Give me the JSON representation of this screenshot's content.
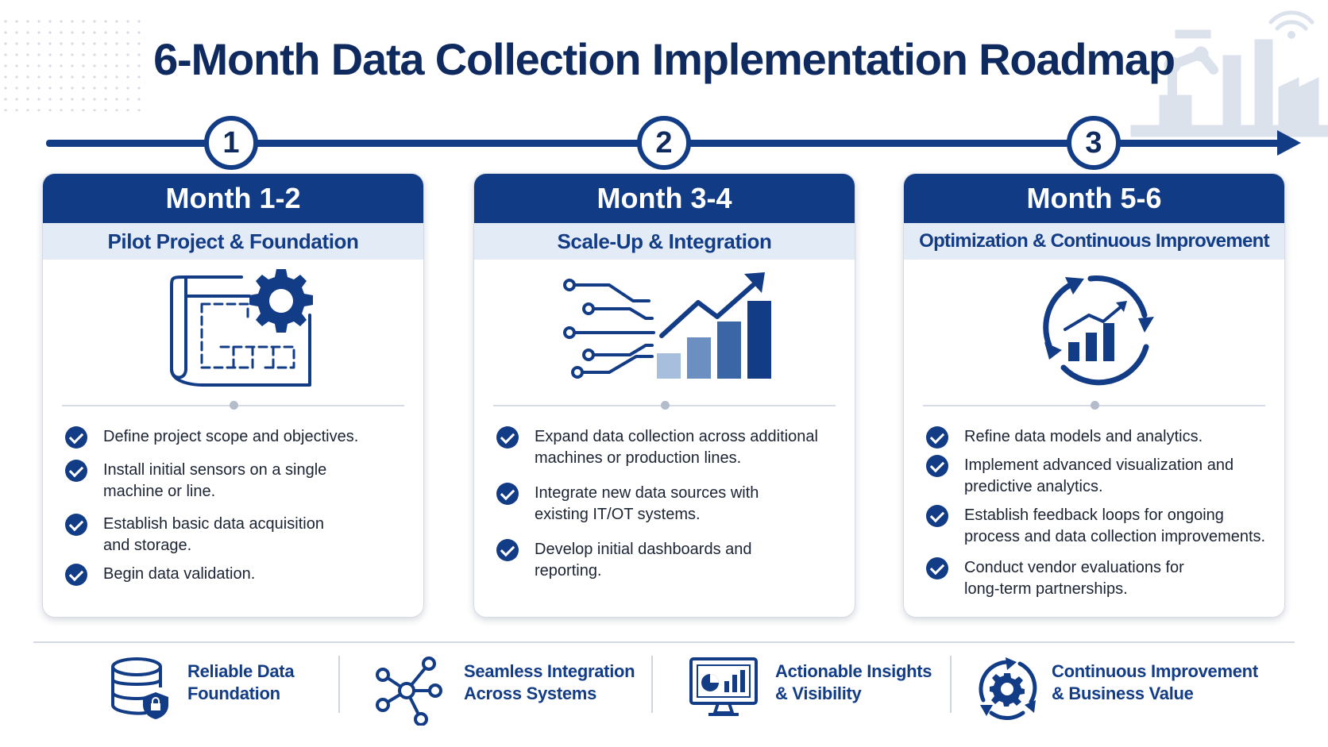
{
  "title": "6-Month Data Collection Implementation Roadmap",
  "colors": {
    "primary": "#133c86",
    "title": "#0f2a5e",
    "subtitle_band": "#e3ebf6",
    "light_bar": "#a7bedc"
  },
  "steps": [
    "1",
    "2",
    "3"
  ],
  "phases": [
    {
      "period": "Month 1-2",
      "subtitle": "Pilot Project & Foundation",
      "icon": "blueprint-gear-icon",
      "items": [
        "Define project scope and objectives.",
        "Install initial sensors on a single machine or line.",
        "Establish basic data acquisition and storage.",
        "Begin data validation."
      ]
    },
    {
      "period": "Month 3-4",
      "subtitle": "Scale-Up & Integration",
      "icon": "circuit-growth-chart-icon",
      "items": [
        "Expand data collection across additional machines or production lines.",
        "Integrate new data sources with existing IT/OT systems.",
        "Develop initial dashboards and reporting."
      ]
    },
    {
      "period": "Month 5-6",
      "subtitle": "Optimization & Continuous Improvement",
      "icon": "cycle-chart-icon",
      "items": [
        "Refine data models and analytics.",
        "Implement advanced visualization and predictive analytics.",
        "Establish feedback loops for ongoing process and data collection improvements.",
        "Conduct vendor evaluations for long-term partnerships."
      ]
    }
  ],
  "features": [
    {
      "line1": "Reliable Data",
      "line2": "Foundation",
      "icon": "database-lock-icon"
    },
    {
      "line1": "Seamless Integration",
      "line2": "Across Systems",
      "icon": "network-nodes-icon"
    },
    {
      "line1": "Actionable Insights",
      "line2": "& Visibility",
      "icon": "monitor-dashboard-icon"
    },
    {
      "line1": "Continuous Improvement",
      "line2": "& Business Value",
      "icon": "gear-cycle-icon"
    }
  ]
}
